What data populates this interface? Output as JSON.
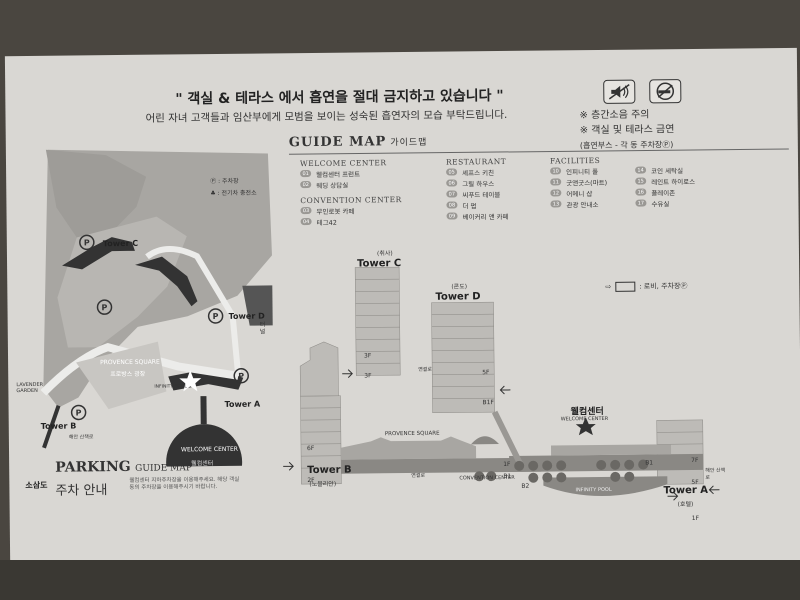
{
  "notices": {
    "line1": "\" 객실 & 테라스 에서 흡연을 절대 금지하고 있습니다 \"",
    "line2": "어린 자녀 고객들과 임산부에게 모범을 보이는 성숙된 흡연자의 모습 부탁드립니다.",
    "right1": "※ 층간소음 주의",
    "right2": "※ 객실 및 테라스 금연",
    "right3": "(흡연부스 - 각 동 주차장Ⓟ)"
  },
  "parking_map": {
    "legend_parking": "Ⓟ : 주차장",
    "legend_charger": "♣ : 전기차 충전소",
    "tower_c": "Tower C",
    "tower_d": "Tower D",
    "tower_a": "Tower A",
    "tower_b": "Tower B",
    "provence_square": "PROVENCE SQUARE",
    "provence_square_kr": "프로방스 광장",
    "lavender_garden": "LAVENDER GARDEN",
    "welcome_center": "WELCOME CENTER",
    "welcome_center_kr": "웰컴센터",
    "infinity_pool": "INFINITY POOL",
    "trail": "해안 산책로",
    "sosamdo": "소삼도",
    "tunnel": "터널",
    "parking_title": "PARKING",
    "parking_sub": "GUIDE MAP",
    "parking_kr": "주차 안내",
    "parking_desc": "웰컴센터 지하주차장을 이용해주세요. 해당 객실 동의 주차장을 이용해주시기 바랍니다."
  },
  "guide_map": {
    "title": "GUIDE MAP",
    "title_kr": "가이드맵",
    "welcome_center": {
      "heading": "WELCOME CENTER",
      "items": [
        {
          "num": "01",
          "label": "웰컴센터 프런트"
        },
        {
          "num": "02",
          "label": "웨딩 상담실"
        }
      ]
    },
    "convention_center": {
      "heading": "CONVENTION CENTER",
      "items": [
        {
          "num": "03",
          "label": "무인로봇 카페"
        },
        {
          "num": "04",
          "label": "테그42"
        }
      ]
    },
    "restaurant": {
      "heading": "RESTAURANT",
      "items": [
        {
          "num": "05",
          "label": "셰프스 키친"
        },
        {
          "num": "06",
          "label": "그릴 하우스"
        },
        {
          "num": "07",
          "label": "씨푸드 테이블"
        },
        {
          "num": "08",
          "label": "더 펍"
        },
        {
          "num": "09",
          "label": "베이커리 앤 카페"
        }
      ]
    },
    "facilities": {
      "heading": "FACILITIES",
      "items": [
        {
          "num": "10",
          "label": "인피니티 풀"
        },
        {
          "num": "11",
          "label": "굿앤굿스(마트)"
        },
        {
          "num": "12",
          "label": "어메니 샵"
        },
        {
          "num": "13",
          "label": "관광 안내소"
        },
        {
          "num": "14",
          "label": "코인 세탁실"
        },
        {
          "num": "15",
          "label": "레인트 하이로스"
        },
        {
          "num": "16",
          "label": "플레이존"
        },
        {
          "num": "17",
          "label": "수유실"
        }
      ]
    },
    "lobby_legend": ": 로비, 주차장Ⓟ",
    "tower_c": "Tower C",
    "tower_c_kr": "(취사)",
    "tower_d": "Tower D",
    "tower_d_kr": "(콘도)",
    "tower_a": "Tower A",
    "tower_a_kr": "(호텔)",
    "tower_b": "Tower B",
    "tower_b_kr": "(노블리안)",
    "welcome_center_kr": "웰컴센터",
    "welcome_center_en": "WELCOME CENTER",
    "provence_square": "PROVENCE SQUARE",
    "convention_center_lbl": "CONVENTION CENTER",
    "infinity_pool": "INFINITY POOL",
    "corridor": "연결로",
    "trail": "해안 산책로",
    "floors": {
      "c_3f": "3F",
      "d_b1": "B1F",
      "d_5f": "5F",
      "b_6f": "6F",
      "b_2f": "2F",
      "b_1": "1F",
      "b_b1": "B1",
      "b_b2": "B2",
      "a_7f": "7F",
      "a_5f": "5F",
      "a_1f": "1F",
      "c_3": "3F",
      "a_b1": "B1"
    }
  }
}
